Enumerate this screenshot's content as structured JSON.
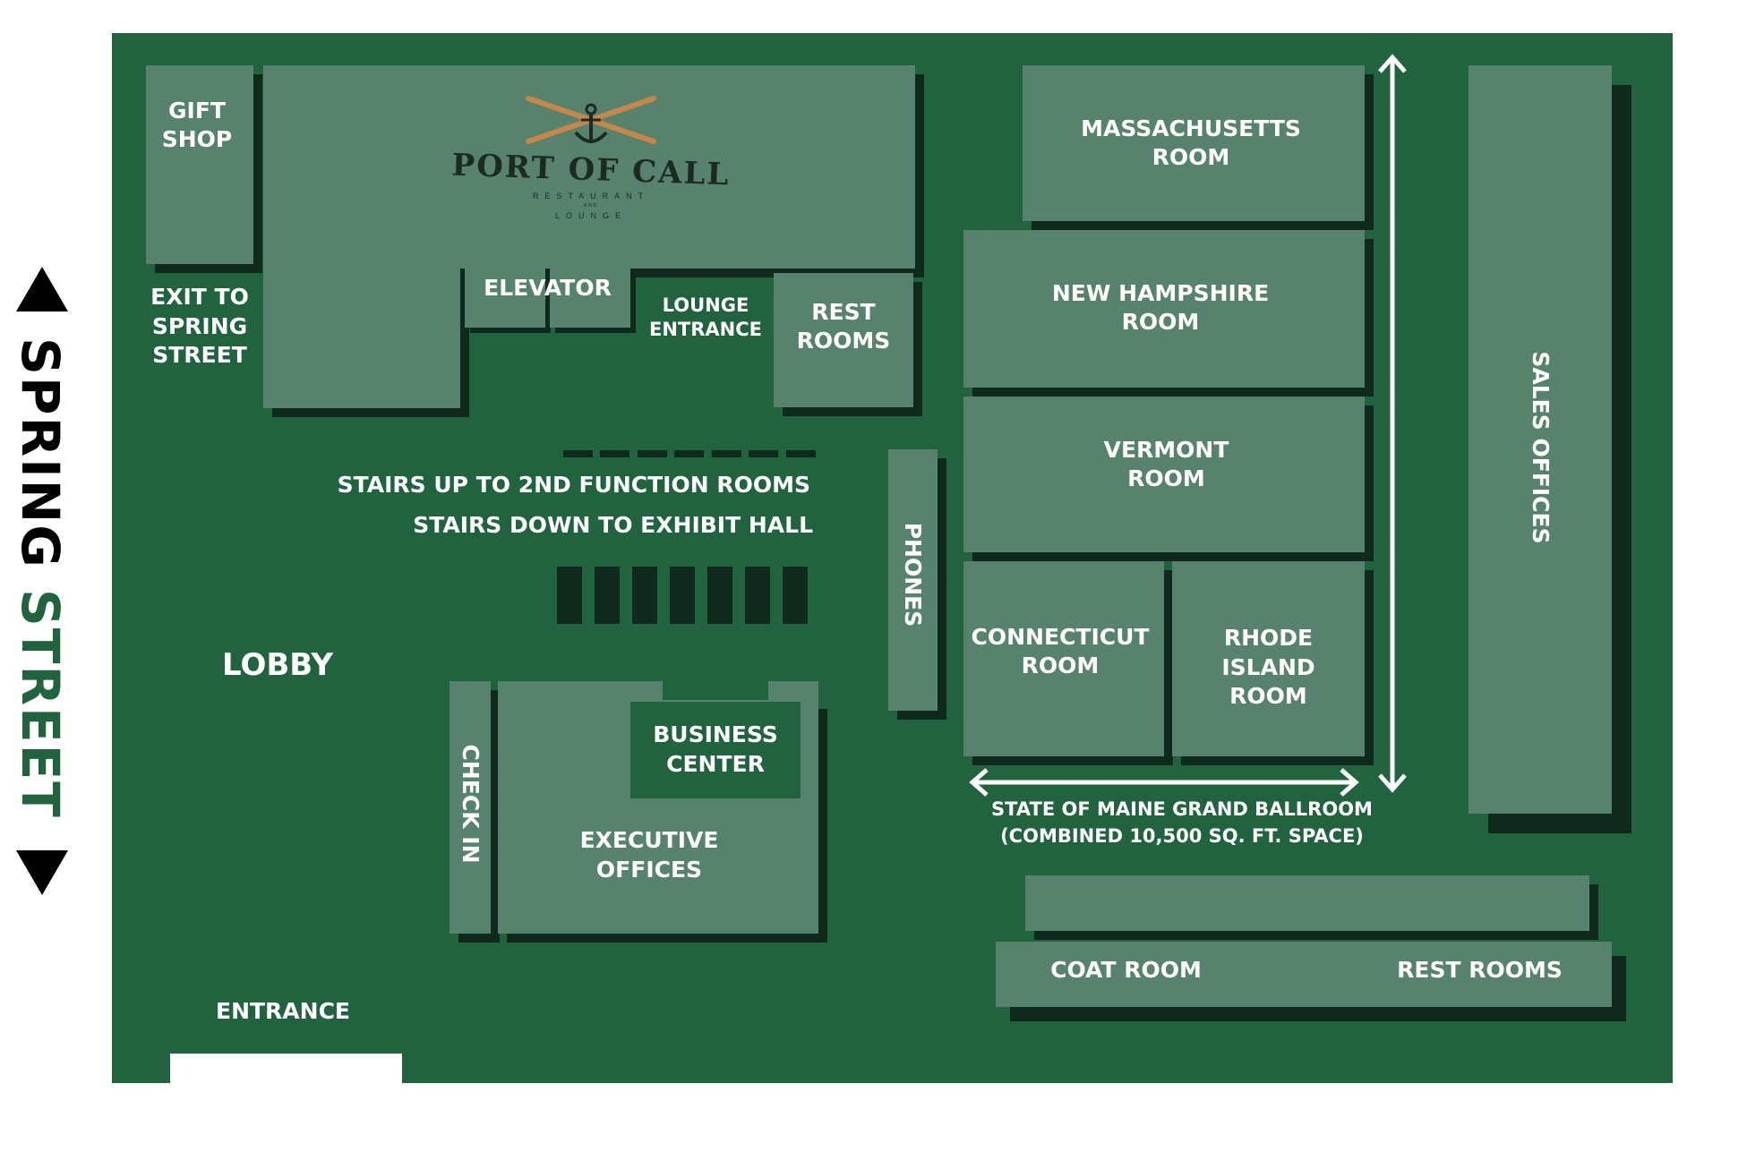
{
  "colors": {
    "board": "#21623f",
    "room": "#57826e",
    "shadow": "#0f2a1c",
    "label": "#ffffff",
    "street_dark": "#000000",
    "street_green": "#21623f"
  },
  "street": {
    "part1": "SPRING ",
    "part2": "STREET",
    "arrow_icons": [
      "triangle-up",
      "triangle-down"
    ]
  },
  "logo": {
    "name": "PORT OF CALL",
    "subtitle": "RESTAURANT",
    "and": "AND",
    "subtitle2": "LOUNGE"
  },
  "rooms": {
    "gift_shop": "GIFT\nSHOP",
    "exit": "EXIT TO\nSPRING\nSTREET",
    "elevator": "ELEVATOR",
    "lounge_entrance": "LOUNGE\nENTRANCE",
    "rest_rooms_top": "REST\nROOMS",
    "massachusetts": "MASSACHUSETTS\nROOM",
    "new_hampshire": "NEW HAMPSHIRE\nROOM",
    "vermont": "VERMONT\nROOM",
    "connecticut": "CONNECTICUT\nROOM",
    "rhode_island": "RHODE\nISLAND\nROOM",
    "sales_offices": "SALES OFFICES",
    "phones": "PHONES",
    "check_in": "CHECK IN",
    "business_center": "BUSINESS\nCENTER",
    "executive_offices": "EXECUTIVE\nOFFICES",
    "lobby": "LOBBY",
    "entrance": "ENTRANCE",
    "coat_room": "COAT ROOM",
    "rest_rooms_bottom": "REST ROOMS"
  },
  "stairs": {
    "up": "STAIRS UP TO 2ND FUNCTION ROOMS",
    "down": "STAIRS DOWN TO EXHIBIT HALL"
  },
  "ballroom": {
    "line1": "STATE OF MAINE GRAND BALLROOM",
    "line2": "(COMBINED 10,500 SQ. FT. SPACE)"
  }
}
